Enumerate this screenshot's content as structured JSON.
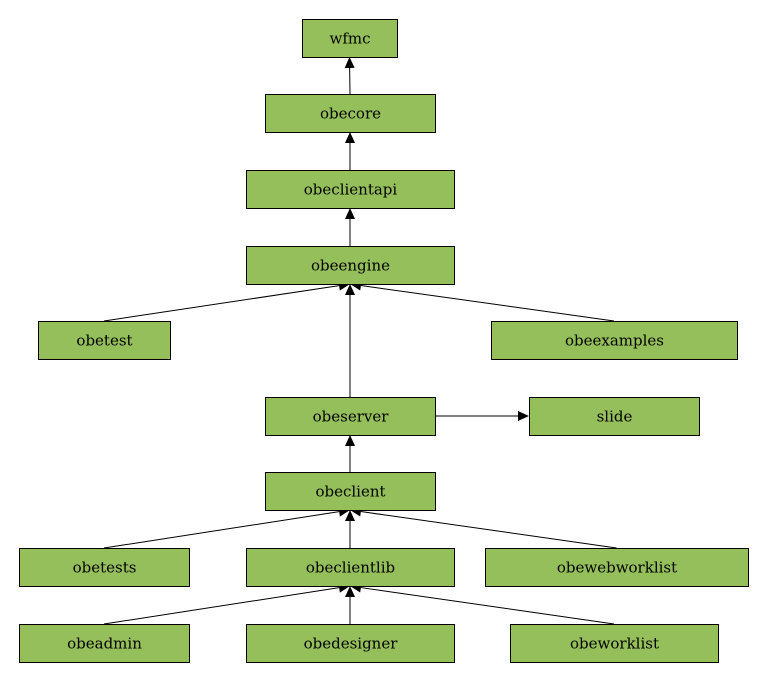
{
  "nodes": [
    {
      "id": "wfmc",
      "label": "wfmc"
    },
    {
      "id": "obecore",
      "label": "obecore"
    },
    {
      "id": "obeclientapi",
      "label": "obeclientapi"
    },
    {
      "id": "obeengine",
      "label": "obeengine"
    },
    {
      "id": "obetest",
      "label": "obetest"
    },
    {
      "id": "obeexamples",
      "label": "obeexamples"
    },
    {
      "id": "obeserver",
      "label": "obeserver"
    },
    {
      "id": "slide",
      "label": "slide"
    },
    {
      "id": "obeclient",
      "label": "obeclient"
    },
    {
      "id": "obetests",
      "label": "obetests"
    },
    {
      "id": "obeclientlib",
      "label": "obeclientlib"
    },
    {
      "id": "obewebworklist",
      "label": "obewebworklist"
    },
    {
      "id": "obeadmin",
      "label": "obeadmin"
    },
    {
      "id": "obedesigner",
      "label": "obedesigner"
    },
    {
      "id": "obeworklist",
      "label": "obeworklist"
    }
  ],
  "edges": [
    {
      "from": "obecore",
      "to": "wfmc"
    },
    {
      "from": "obeclientapi",
      "to": "obecore"
    },
    {
      "from": "obeengine",
      "to": "obeclientapi"
    },
    {
      "from": "obetest",
      "to": "obeengine"
    },
    {
      "from": "obeexamples",
      "to": "obeengine"
    },
    {
      "from": "obeserver",
      "to": "obeengine"
    },
    {
      "from": "obeserver",
      "to": "slide"
    },
    {
      "from": "obeclient",
      "to": "obeserver"
    },
    {
      "from": "obetests",
      "to": "obeclient"
    },
    {
      "from": "obeclientlib",
      "to": "obeclient"
    },
    {
      "from": "obewebworklist",
      "to": "obeclient"
    },
    {
      "from": "obeadmin",
      "to": "obeclientlib"
    },
    {
      "from": "obedesigner",
      "to": "obeclientlib"
    },
    {
      "from": "obeworklist",
      "to": "obeclientlib"
    }
  ],
  "colors": {
    "node_fill": "#94bf5a",
    "stroke": "#000000"
  }
}
